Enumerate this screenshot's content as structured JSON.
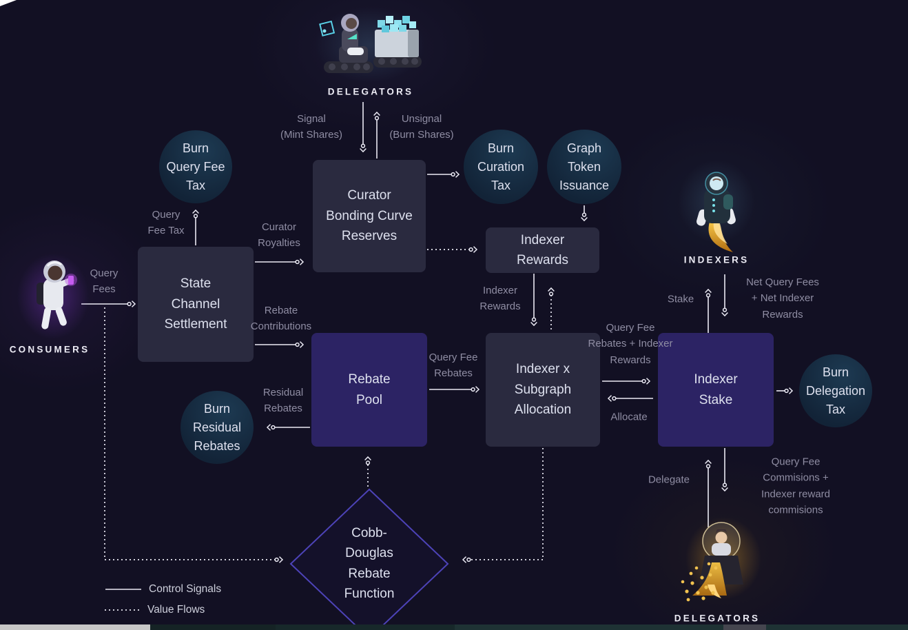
{
  "title": "Graph protocol token economics flow diagram",
  "colors": {
    "background": "#121023",
    "box_slate": "#2a2a3f",
    "box_purple": "#2c2364",
    "circle_top": "#1d3a52",
    "circle_bottom": "#122337",
    "diamond_stroke": "#4d43b8",
    "line": "#ecebf5",
    "label_text": "#8f8da3",
    "node_text": "#dde0ee",
    "caption_text": "#ecebf4",
    "legend_text": "#ced0dc"
  },
  "actors": {
    "delegators_top": "DELEGATORS",
    "consumers": "CONSUMERS",
    "indexers": "INDEXERS",
    "delegators_bottom": "DELEGATORS"
  },
  "nodes": {
    "burn_query_fee_tax": "Burn\nQuery Fee\nTax",
    "burn_curation_tax": "Burn\nCuration\nTax",
    "graph_token_issuance": "Graph\nToken\nIssuance",
    "curator_bonding_curve_reserves": "Curator\nBonding Curve\nReserves",
    "state_channel_settlement": "State\nChannel\nSettlement",
    "indexer_rewards": "Indexer\nRewards",
    "rebate_pool": "Rebate\nPool",
    "indexer_subgraph_allocation": "Indexer x\nSubgraph\nAllocation",
    "indexer_stake": "Indexer\nStake",
    "burn_residual_rebates": "Burn\nResidual\nRebates",
    "burn_delegation_tax": "Burn\nDelegation\nTax",
    "cobb_douglas": "Cobb-\nDouglas\nRebate\nFunction"
  },
  "flow_labels": {
    "signal": "Signal\n(Mint Shares)",
    "unsignal": "Unsignal\n(Burn Shares)",
    "query_fees": "Query\nFees",
    "query_fee_tax": "Query\nFee Tax",
    "curator_royalties": "Curator\nRoyalties",
    "rebate_contributions": "Rebate\nContributions",
    "residual_rebates": "Residual\nRebates",
    "query_fee_rebates": "Query Fee\nRebates",
    "indexer_rewards": "Indexer\nRewards",
    "query_fee_rebates_indexer_rewards": "Query Fee\nRebates + Indexer\nRewards",
    "allocate": "Allocate",
    "stake": "Stake",
    "net_query_fees": "Net Query Fees\n+ Net Indexer\nRewards",
    "delegate": "Delegate",
    "commissions": "Query Fee\nCommisions +\nIndexer reward\ncommisions"
  },
  "legend": {
    "control_signals": "Control Signals",
    "value_flows": "Value Flows"
  }
}
